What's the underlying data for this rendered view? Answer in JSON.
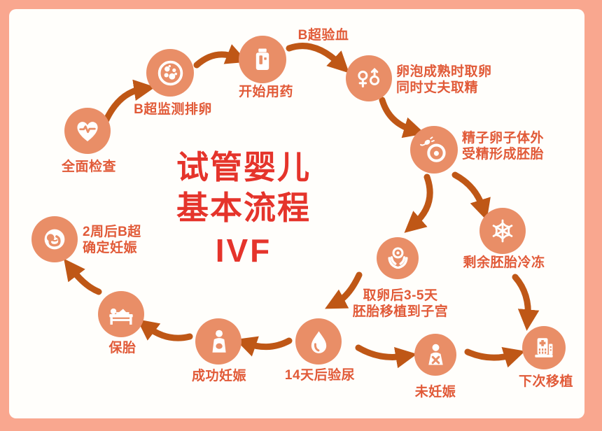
{
  "title": {
    "line1": "试管婴儿",
    "line2": "基本流程",
    "line3": "IVF"
  },
  "palette": {
    "frame_border": "#f9a78f",
    "background": "#fffefb",
    "node_circle": "#e98e67",
    "arrow": "#bf5716",
    "label_text": "#e15a38",
    "title_text": "#e5342b"
  },
  "nodes": [
    {
      "id": "full-checkup",
      "label": "全面检查",
      "icon": "heart-pulse-icon"
    },
    {
      "id": "ultrasound-monitor",
      "label": "B超监测排卵",
      "icon": "petri-dish-icon"
    },
    {
      "id": "start-medication",
      "label": "开始用药",
      "icon": "medicine-bottle-icon"
    },
    {
      "id": "egg-sperm-retrieval",
      "label": "卵泡成熟时取卵\n同时丈夫取精",
      "icon": "gender-symbols-icon"
    },
    {
      "id": "fertilization",
      "label": "精子卵子体外\n受精形成胚胎",
      "icon": "fertilization-icon"
    },
    {
      "id": "embryo-freezing",
      "label": "剩余胚胎冷冻",
      "icon": "snowflake-icon"
    },
    {
      "id": "embryo-transfer",
      "label": "取卵后3-5天\n胚胎移植到子宫",
      "icon": "hands-egg-icon"
    },
    {
      "id": "urine-test",
      "label": "14天后验尿",
      "icon": "water-drop-icon"
    },
    {
      "id": "not-pregnant",
      "label": "未妊娠",
      "icon": "person-x-icon"
    },
    {
      "id": "next-transfer",
      "label": "下次移植",
      "icon": "hospital-icon"
    },
    {
      "id": "pregnancy-success",
      "label": "成功妊娠",
      "icon": "pregnant-woman-icon"
    },
    {
      "id": "pregnancy-care",
      "label": "保胎",
      "icon": "bed-icon"
    },
    {
      "id": "pregnancy-confirm",
      "label": "2周后B超\n确定妊娠",
      "icon": "fetus-icon"
    }
  ],
  "flow": {
    "connections": [
      {
        "from": "full-checkup",
        "to": "ultrasound-monitor"
      },
      {
        "from": "ultrasound-monitor",
        "to": "start-medication"
      },
      {
        "from": "start-medication",
        "to": "egg-sperm-retrieval",
        "label": "B超验血"
      },
      {
        "from": "egg-sperm-retrieval",
        "to": "fertilization"
      },
      {
        "from": "fertilization",
        "to": "embryo-transfer"
      },
      {
        "from": "fertilization",
        "to": "embryo-freezing"
      },
      {
        "from": "embryo-freezing",
        "to": "next-transfer"
      },
      {
        "from": "embryo-transfer",
        "to": "urine-test"
      },
      {
        "from": "urine-test",
        "to": "pregnancy-success"
      },
      {
        "from": "urine-test",
        "to": "not-pregnant"
      },
      {
        "from": "not-pregnant",
        "to": "next-transfer"
      },
      {
        "from": "pregnancy-success",
        "to": "pregnancy-care"
      },
      {
        "from": "pregnancy-care",
        "to": "pregnancy-confirm"
      }
    ]
  }
}
